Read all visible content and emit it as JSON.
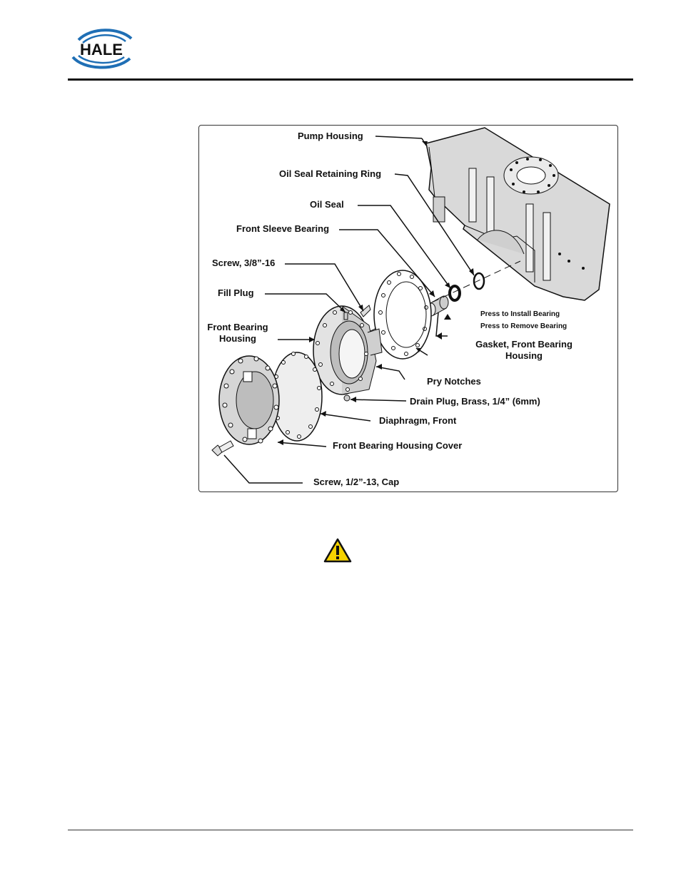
{
  "header": {
    "logo_text": "HALE",
    "brand_blue": "#1f6fb5",
    "icon": "hale-logo"
  },
  "figure": {
    "labels": {
      "pump_housing": "Pump Housing",
      "oil_seal_retaining_ring": "Oil Seal Retaining Ring",
      "oil_seal": "Oil Seal",
      "front_sleeve_bearing": "Front Sleeve Bearing",
      "screw_38": "Screw, 3/8”-16",
      "fill_plug": "Fill Plug",
      "front_bearing_housing_1": "Front Bearing",
      "front_bearing_housing_2": "Housing",
      "press_install": "Press to Install Bearing",
      "press_remove": "Press to Remove Bearing",
      "gasket_1": "Gasket, Front Bearing",
      "gasket_2": "Housing",
      "pry_notches": "Pry Notches",
      "drain_plug": "Drain Plug, Brass, 1/4” (6mm)",
      "diaphragm_front": "Diaphragm, Front",
      "front_bearing_housing_cover": "Front Bearing Housing Cover",
      "screw_12": "Screw, 1/2”-13,  Cap"
    }
  },
  "warning": {
    "icon": "warning-triangle-icon",
    "color": "#f5d200"
  }
}
